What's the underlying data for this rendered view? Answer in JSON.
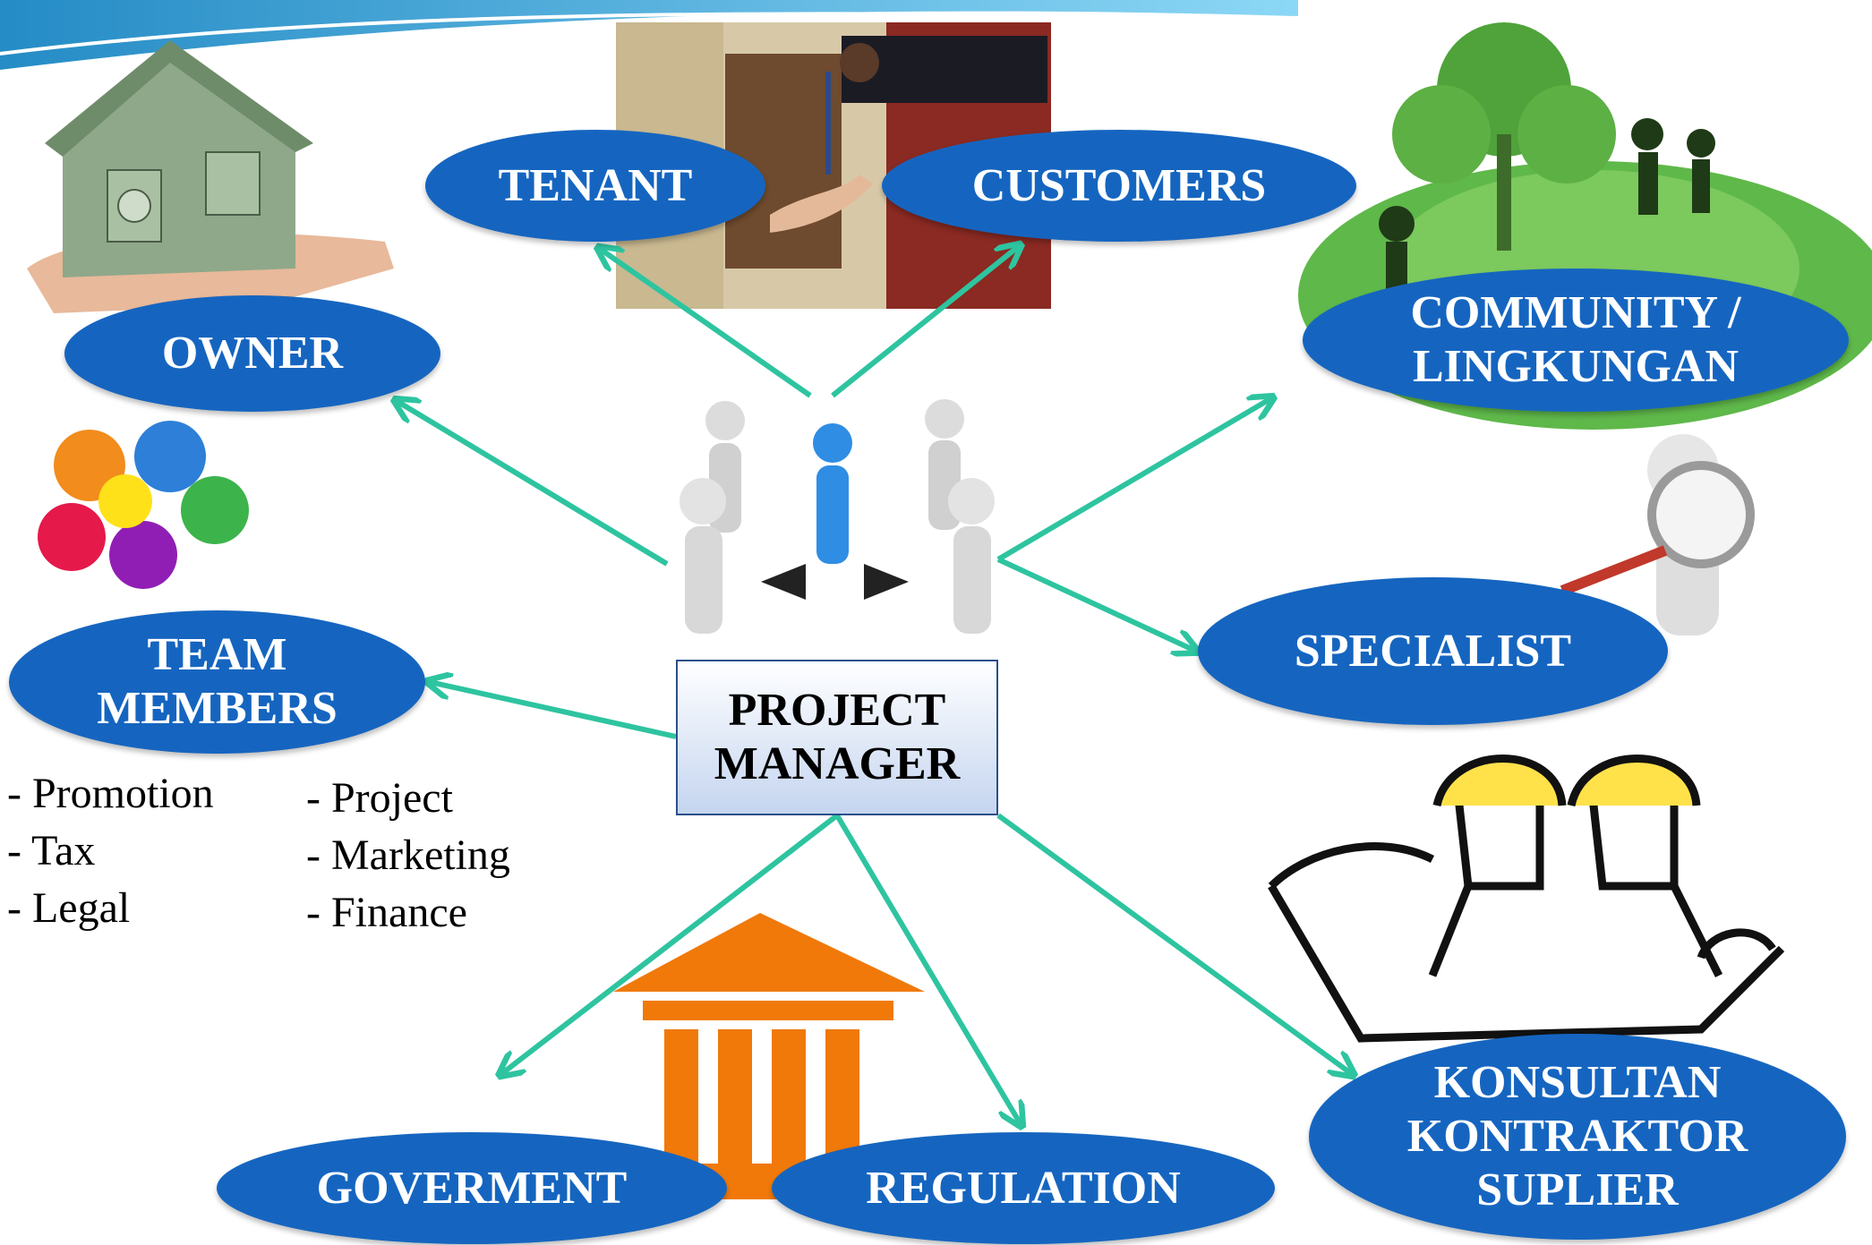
{
  "center": {
    "line1": "PROJECT",
    "line2": "MANAGER"
  },
  "nodes": {
    "tenant": {
      "label": "TENANT"
    },
    "customers": {
      "label": "CUSTOMERS"
    },
    "owner": {
      "label": "OWNER"
    },
    "community": {
      "line1": "COMMUNITY /",
      "line2": "LINGKUNGAN"
    },
    "team": {
      "line1": "TEAM",
      "line2": "MEMBERS"
    },
    "specialist": {
      "label": "SPECIALIST"
    },
    "goverment": {
      "label": "GOVERMENT"
    },
    "regulation": {
      "label": "REGULATION"
    },
    "konsultan": {
      "line1": "KONSULTAN",
      "line2": "KONTRAKTOR",
      "line3": "SUPLIER"
    }
  },
  "team_list_left": [
    "- Promotion",
    "- Tax",
    "- Legal"
  ],
  "team_list_right": [
    "- Project",
    "- Marketing",
    "- Finance"
  ],
  "colors": {
    "node": "#1565c0",
    "arrow": "#2ec4a0",
    "pm_border": "#2a4f8a",
    "banner": "#1a9bd7"
  },
  "images": [
    "money-house",
    "key-handover",
    "green-earth",
    "team-circle",
    "business-figures",
    "magnifier-figure",
    "government-building",
    "engineers-blueprint"
  ]
}
